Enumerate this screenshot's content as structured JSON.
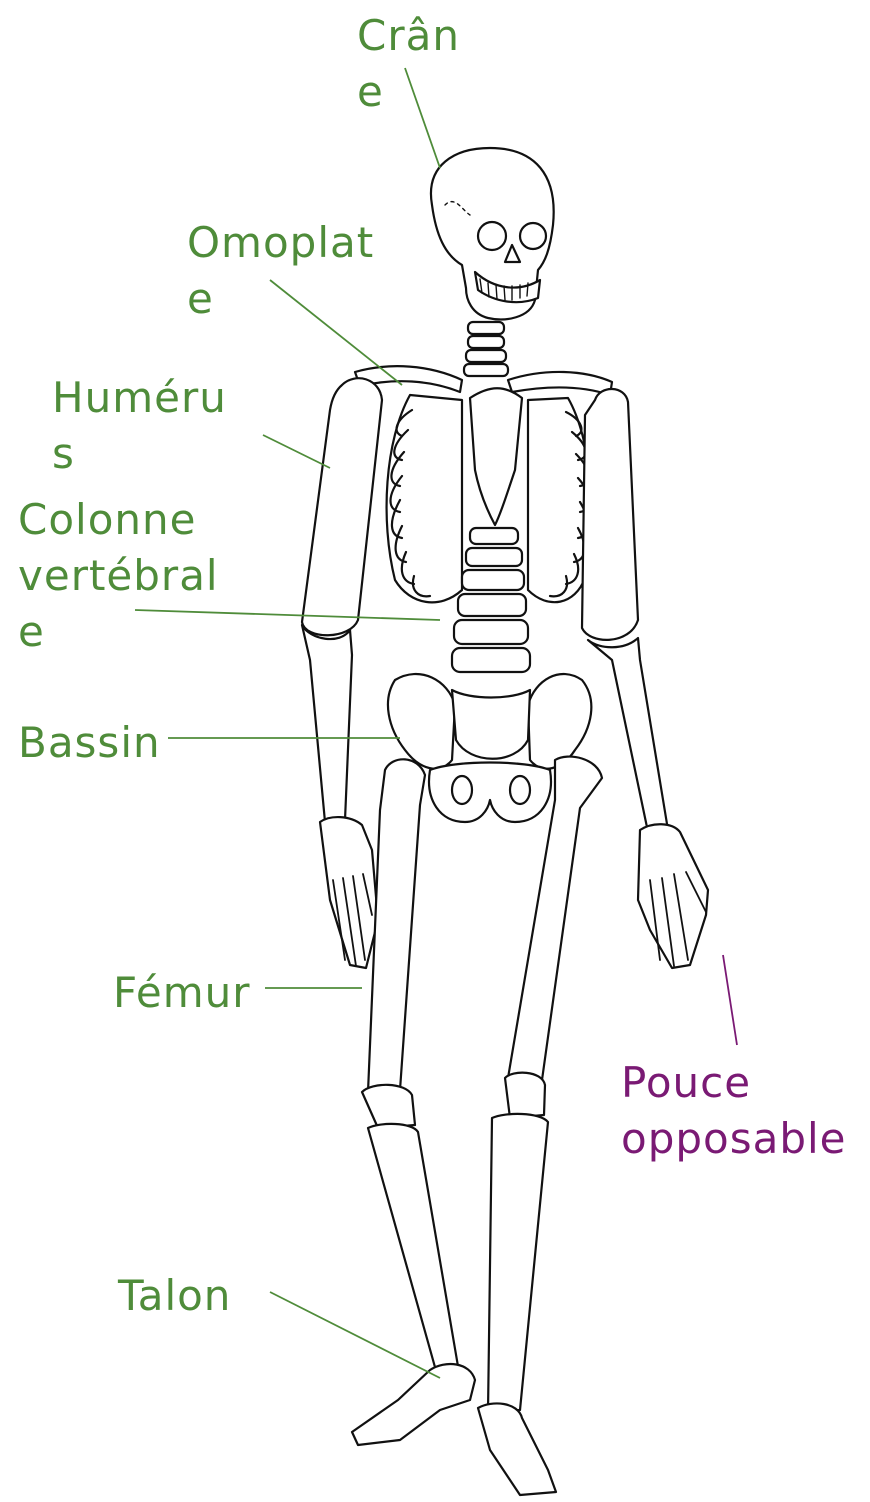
{
  "colors": {
    "label_green": "#4f8c3a",
    "label_purple": "#7a1a74",
    "bone_stroke": "#111111",
    "bone_fill": "#ffffff"
  },
  "labels": {
    "crane": [
      "Crân",
      "e"
    ],
    "omoplate": [
      "Omoplat",
      "e"
    ],
    "humerus": [
      "Huméru",
      "s"
    ],
    "colonne": [
      "Colonne",
      "vertébral",
      "e"
    ],
    "bassin": [
      "Bassin"
    ],
    "femur": [
      "Fémur"
    ],
    "pouce": [
      "Pouce",
      "opposable"
    ],
    "talon": [
      "Talon"
    ]
  }
}
